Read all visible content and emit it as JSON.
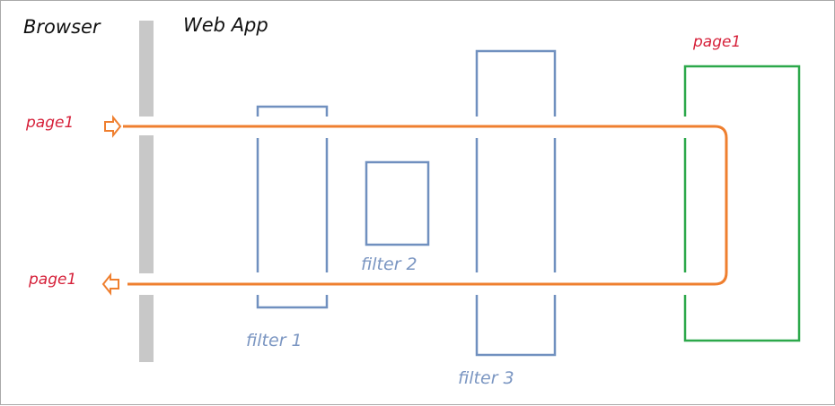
{
  "labels": {
    "browser": "Browser",
    "web_app": "Web App",
    "request_page": "page1",
    "response_page": "page1",
    "target_page": "page1",
    "filter1": "filter 1",
    "filter2": "filter 2",
    "filter3": "filter 3"
  },
  "colors": {
    "request_path": "#ef7f2f",
    "filter_border": "#7090bf",
    "filter_text": "#7b96c2",
    "page_text": "#d6213a",
    "target_border": "#2ca84a",
    "browser_bar": "#c8c8c8",
    "frame_border": "#a9a9a9"
  },
  "icons": {
    "incoming": "right-arrow-icon",
    "outgoing": "left-arrow-icon"
  }
}
